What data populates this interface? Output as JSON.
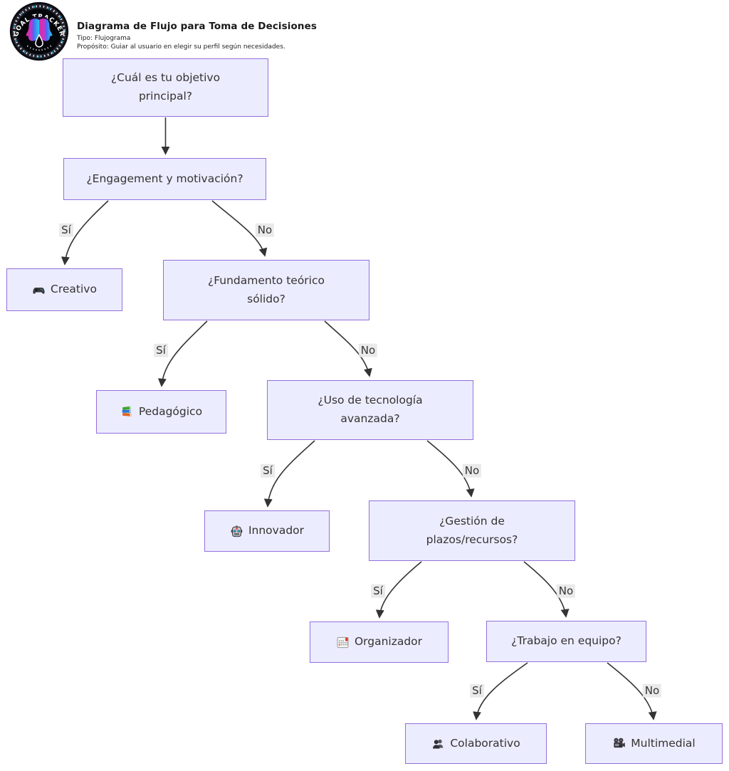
{
  "header": {
    "logo_text": "GOAL TRACKER",
    "title": "Diagrama de Flujo para Toma de Decisiones",
    "type_line": "Tipo: Flujograma",
    "purpose_line": "Propósito: Guiar al usuario en elegir su perfil según necesidades."
  },
  "colors": {
    "node_fill": "#ECECFF",
    "node_border": "#9370DB",
    "edge_stroke": "#333333",
    "edge_label_bg": "#E8E8E8",
    "node_text": "#333333"
  },
  "flowchart": {
    "nodes": [
      {
        "id": "q1",
        "type": "question",
        "label": "¿Cuál es tu objetivo\nprincipal?"
      },
      {
        "id": "q2",
        "type": "question",
        "label": "¿Engagement y motivación?"
      },
      {
        "id": "creativo",
        "type": "result",
        "icon": "gamepad-icon",
        "label": "Creativo"
      },
      {
        "id": "q3",
        "type": "question",
        "label": "¿Fundamento teórico\nsólido?"
      },
      {
        "id": "pedagogico",
        "type": "result",
        "icon": "books-icon",
        "label": "Pedagógico"
      },
      {
        "id": "q4",
        "type": "question",
        "label": "¿Uso de tecnología\navanzada?"
      },
      {
        "id": "innovador",
        "type": "result",
        "icon": "robot-icon",
        "label": "Innovador"
      },
      {
        "id": "q5",
        "type": "question",
        "label": "¿Gestión de\nplazos/recursos?"
      },
      {
        "id": "organizador",
        "type": "result",
        "icon": "calendar-icon",
        "label": "Organizador"
      },
      {
        "id": "q6",
        "type": "question",
        "label": "¿Trabajo en equipo?"
      },
      {
        "id": "colaborativo",
        "type": "result",
        "icon": "people-icon",
        "label": "Colaborativo"
      },
      {
        "id": "multimedial",
        "type": "result",
        "icon": "movie-camera-icon",
        "label": "Multimedial"
      }
    ],
    "edges": [
      {
        "from": "q1",
        "to": "q2",
        "label": ""
      },
      {
        "from": "q2",
        "to": "creativo",
        "label": "Sí"
      },
      {
        "from": "q2",
        "to": "q3",
        "label": "No"
      },
      {
        "from": "q3",
        "to": "pedagogico",
        "label": "Sí"
      },
      {
        "from": "q3",
        "to": "q4",
        "label": "No"
      },
      {
        "from": "q4",
        "to": "innovador",
        "label": "Sí"
      },
      {
        "from": "q4",
        "to": "q5",
        "label": "No"
      },
      {
        "from": "q5",
        "to": "organizador",
        "label": "Sí"
      },
      {
        "from": "q5",
        "to": "q6",
        "label": "No"
      },
      {
        "from": "q6",
        "to": "colaborativo",
        "label": "Sí"
      },
      {
        "from": "q6",
        "to": "multimedial",
        "label": "No"
      }
    ]
  }
}
